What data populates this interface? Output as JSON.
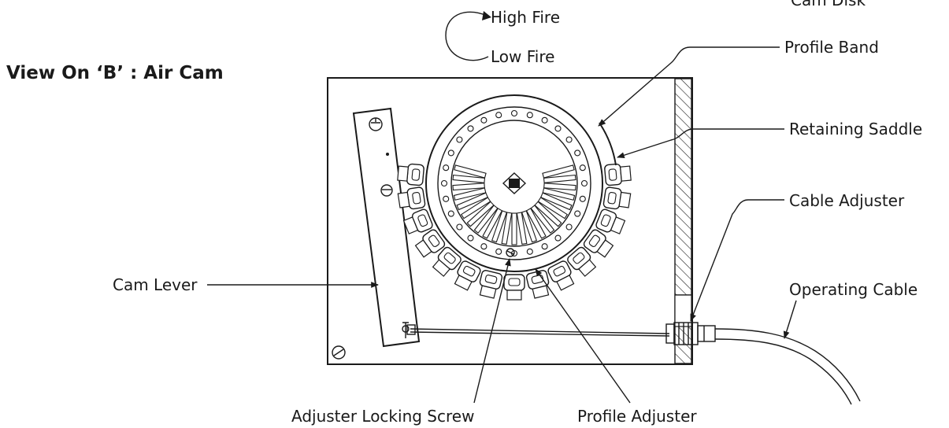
{
  "title": "View On ‘B’ : Air Cam",
  "rotation": {
    "high_label": "High Fire",
    "low_label": "Low Fire"
  },
  "labels": {
    "cam_disk": "Cam Disk",
    "profile_band": "Profile Band",
    "retaining_saddle": "Retaining Saddle",
    "cable_adjuster": "Cable Adjuster",
    "operating_cable": "Operating Cable",
    "cam_lever": "Cam Lever",
    "adjuster_locking_screw": "Adjuster Locking Screw",
    "profile_adjuster": "Profile Adjuster"
  }
}
